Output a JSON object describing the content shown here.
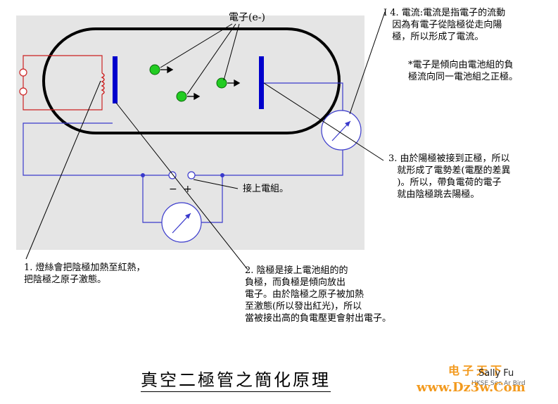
{
  "diagram": {
    "electron_label": "電子(e-)",
    "battery_label": "接上電組。",
    "minus_sign": "−",
    "plus_sign": "+",
    "note1": "1. 燈絲會把陰極加熱至紅熱，\n把陰極之原子激態。",
    "note2": "2. 陰極是接上電池組的的\n負極，而負極是傾向放出\n電子。由於陰極之原子被加熱\n至激態(所以發出紅光)，所以\n當被接出高的負電壓更會射出電子。",
    "note3": "3. 由於陽極被接到正極，所以\n   就形成了電勢差(電壓的差異\n   )。所以，帶負電荷的電子\n   就由陰極跳去陽極。",
    "note4": "I 4. 電流:電流是指電子的流動\n   因為有電子從陰極從走向陽\n   極，所以形成了電流。",
    "note4b": "*電子是傾向由電池組的負\n極流向同一電池組之正極。",
    "title": "真空二極管之簡化原理",
    "author": "Sally Fu",
    "author_sub": "HKSE Sec Ar Bird",
    "watermark_top": "电子天下",
    "watermark_bottom": "www.Dz3w.Com"
  },
  "colors": {
    "panel": "#e5e5e5",
    "wire": "#3a3acc",
    "electrode": "#0000cc",
    "filament": "#cc2222",
    "electron": "#22cc22",
    "watermark": "#f39a1e"
  }
}
